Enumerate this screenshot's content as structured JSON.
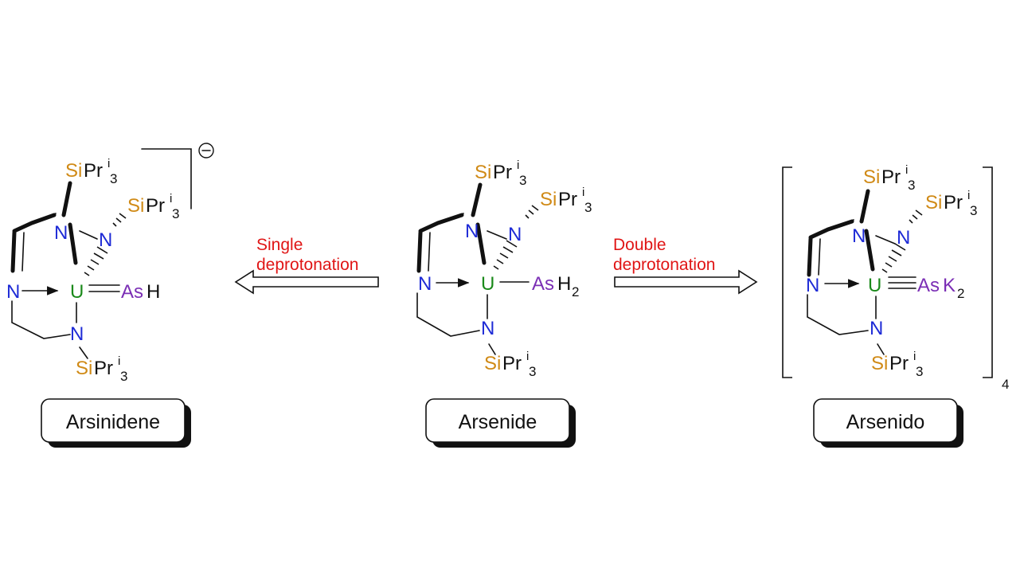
{
  "colors": {
    "nitrogen": "#1e2bd6",
    "uranium": "#1b8a1b",
    "silicon": "#d08a16",
    "arsenic": "#7b2fb5",
    "arrow_text": "#e01515",
    "bond": "#111111"
  },
  "atoms": {
    "N": "N",
    "U": "U",
    "Si": "Si",
    "Pr": "Pr",
    "i": "i",
    "three": "3",
    "As": "As",
    "H": "H",
    "two": "2",
    "K": "K"
  },
  "left": {
    "label": "Arsinidene",
    "charge_symbol": "−"
  },
  "center": {
    "label": "Arsenide"
  },
  "right": {
    "label": "Arsenido",
    "multiplier": "4"
  },
  "arrows": {
    "left": {
      "line1": "Single",
      "line2": "deprotonation"
    },
    "right": {
      "line1": "Double",
      "line2": "deprotonation"
    }
  }
}
